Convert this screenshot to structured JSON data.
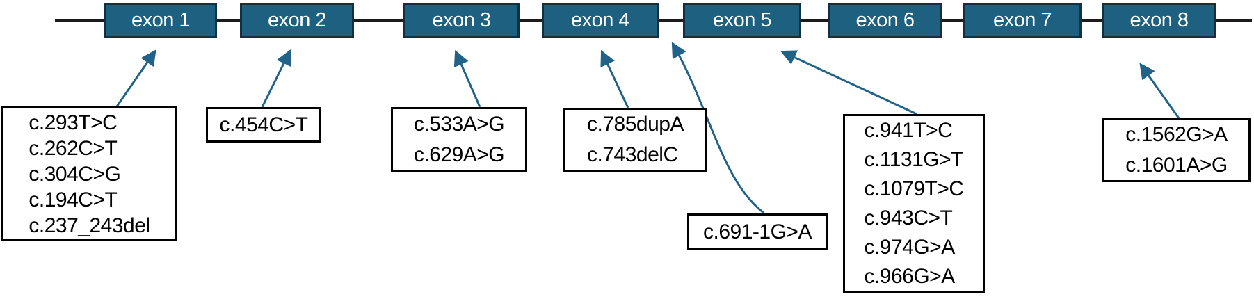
{
  "colors": {
    "exon_fill": "#1e6080",
    "exon_border": "#13303e",
    "exon_text": "#ffffff",
    "backbone": "#1b1b1b",
    "arrow": "#206288",
    "box_border": "#000000",
    "box_fill": "#ffffff",
    "mutation_text": "#000000"
  },
  "diagram": {
    "exons": [
      {
        "label": "exon 1"
      },
      {
        "label": "exon 2"
      },
      {
        "label": "exon 3"
      },
      {
        "label": "exon 4"
      },
      {
        "label": "exon 5"
      },
      {
        "label": "exon 6"
      },
      {
        "label": "exon 7"
      },
      {
        "label": "exon 8"
      }
    ],
    "mutation_groups": [
      {
        "lines": [
          "c.293T>C",
          "c.262C>T",
          "c.304C>G",
          "c.194C>T",
          "c.237_243del"
        ]
      },
      {
        "lines": [
          "c.454C>T"
        ]
      },
      {
        "lines": [
          "c.533A>G",
          "c.629A>G"
        ]
      },
      {
        "lines": [
          "c.785dupA",
          "c.743delC"
        ]
      },
      {
        "lines": [
          "c.691-1G>A"
        ]
      },
      {
        "lines": [
          "c.941T>C",
          "c.1131G>T",
          "c.1079T>C",
          "c.943C>T",
          "c.974G>A",
          "c.966G>A"
        ]
      },
      {
        "lines": [
          "c.1562G>A",
          "c.1601A>G"
        ]
      }
    ]
  }
}
